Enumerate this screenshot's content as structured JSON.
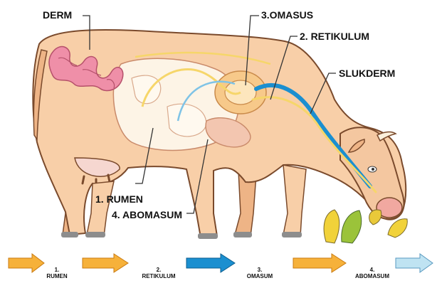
{
  "labels": {
    "derm": "DERM",
    "omasus": "3.OMASUS",
    "retikulum": "2. RETIKULUM",
    "slukderm": "SLUKDERM",
    "rumen": "1. RUMEN",
    "abomasum": "4. ABOMASUM"
  },
  "flow": [
    {
      "num": "1.",
      "name": "RUMEN",
      "color": "#f6b13a"
    },
    {
      "num": "2.",
      "name": "RETIKULUM",
      "color": "#f6b13a"
    },
    {
      "num": "3.",
      "name": "OMASUM",
      "color": "#1b8fd0"
    },
    {
      "num": "4.",
      "name": "ABOMASUM",
      "color": "#f6b13a"
    },
    {
      "num": "",
      "name": "",
      "color": "#bfe3f2"
    }
  ],
  "colors": {
    "cow_body": "#f8cfa8",
    "cow_shadow": "#e9a36e",
    "intestine": "#ef8fa8",
    "rumen": "#fdf4e6",
    "esophagus_blue": "#1b8fd0",
    "flow_yellow": "#f6d66a",
    "grass": "#9bc33a"
  }
}
